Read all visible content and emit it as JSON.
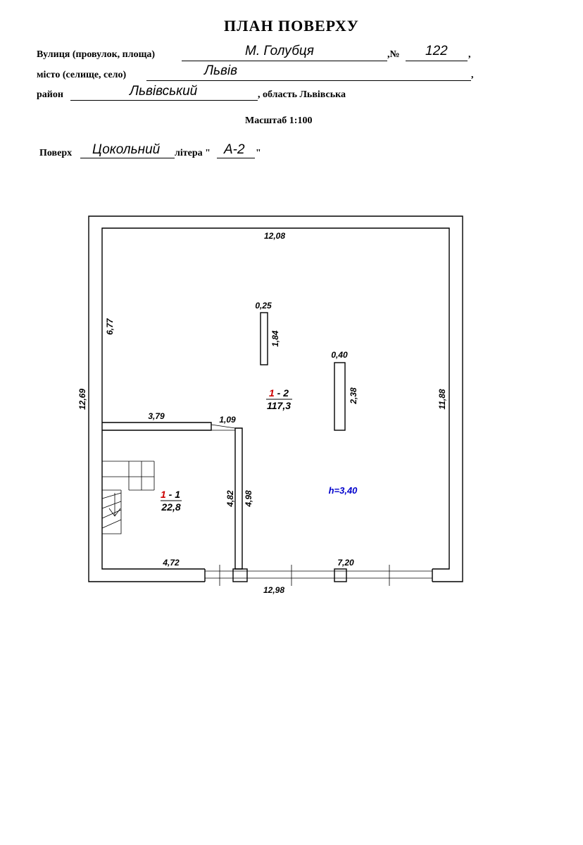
{
  "header": {
    "title": "ПЛАН  ПОВЕРХУ",
    "street_label": "Вулиця (провулок, площа)",
    "street_value": "М. Голубця",
    "number_label": ",№",
    "number_value": "122",
    "comma": ",",
    "city_label": "місто (селище, село)",
    "city_value": "Львів",
    "district_label": "район",
    "district_value": "Львівський",
    "region_text": ", область Львівська",
    "scale": "Масштаб 1:100",
    "floor_label": "Поверх",
    "floor_value": "Цокольний",
    "letter_label": "літера \"",
    "letter_value": "А-2",
    "letter_close": "\""
  },
  "plan": {
    "dimensions": {
      "top_inner": "12,08",
      "left_outer": "12,69",
      "left_upper": "6,77",
      "right_inner": "11,88",
      "bottom_outer": "12,98",
      "partition_top": "3,79",
      "door_width": "1,09",
      "room1_right": "4,82",
      "partition_len": "4,98",
      "bottom_left_wall": "4,72",
      "bottom_opening": "7,20",
      "column1_w": "0,25",
      "column1_h": "1,84",
      "column2_w": "0,40",
      "column2_h": "2,38"
    },
    "rooms": [
      {
        "id": "1",
        "num": "1",
        "area": "22,8"
      },
      {
        "id": "1",
        "num": "2",
        "area": "117,3"
      }
    ],
    "room_separator": " - ",
    "height": "h=3,40",
    "colors": {
      "room_id": "#cc0000",
      "height": "#0000cc",
      "lines": "#000000"
    }
  }
}
